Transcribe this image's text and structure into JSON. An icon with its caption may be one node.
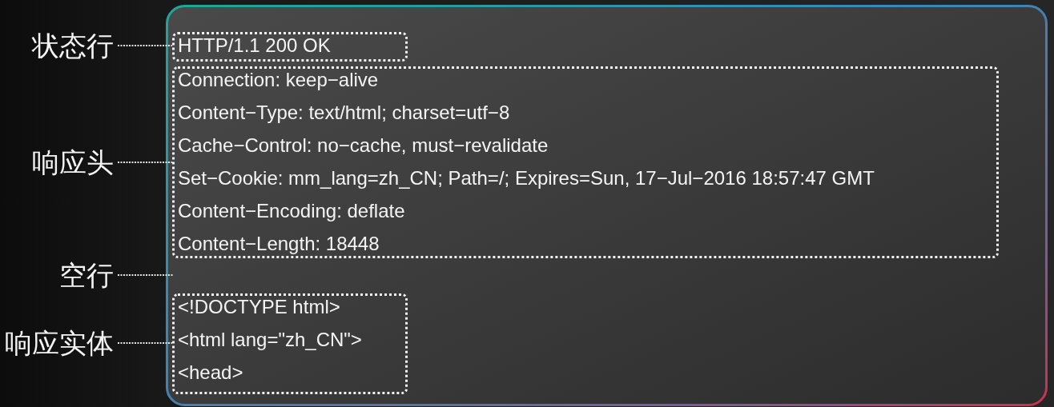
{
  "diagram": {
    "nodes": [
      {
        "text": [
          "状态行"
        ]
      },
      {
        "text": [
          "响应头"
        ]
      },
      {
        "text": [
          "空行"
        ]
      },
      {
        "text": [
          "响应实体"
        ]
      },
      {
        "text": [],
        "shape": "box"
      },
      {
        "text": [
          "HTTP/1.1 200 OK"
        ],
        "in": 4
      },
      {
        "text": [
          "Connection: keep−alive",
          "Content−Type: text/html; charset=utf−8",
          "Cache−Control: no−cache, must−revalidate",
          "Set−Cookie: mm_lang=zh_CN; Path=/; Expires=Sun, 17−Jul−2016 18:57:47 GMT",
          "Content−Encoding: deflate",
          "Content−Length: 18448"
        ],
        "in": 4
      },
      {
        "text": [
          "<!DOCTYPE html>",
          "<html lang=\"zh_CN\">",
          "<head>"
        ],
        "in": 4
      }
    ],
    "edges": [
      {
        "from": 0,
        "to": 5,
        "arrow": "none"
      },
      {
        "from": 1,
        "to": 6,
        "arrow": "none"
      },
      {
        "from": 2,
        "to": 4,
        "arrow": "none"
      },
      {
        "from": 3,
        "to": 7,
        "arrow": "none"
      }
    ]
  }
}
